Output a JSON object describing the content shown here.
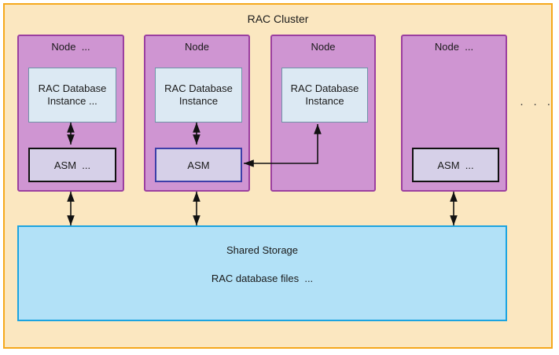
{
  "cluster": {
    "title": "RAC Cluster",
    "border_color": "#f5a81c",
    "fill_color": "#fbe7c0"
  },
  "nodes": [
    {
      "title": "Node  ...",
      "instance_label": "RAC Database\nInstance  ...",
      "asm_label": "ASM  ...",
      "has_instance": true,
      "has_asm": true,
      "asm_selected": false
    },
    {
      "title": "Node",
      "instance_label": "RAC Database\nInstance",
      "asm_label": "ASM",
      "has_instance": true,
      "has_asm": true,
      "asm_selected": true
    },
    {
      "title": "Node",
      "instance_label": "RAC Database\nInstance",
      "asm_label": "",
      "has_instance": true,
      "has_asm": false,
      "asm_selected": false
    },
    {
      "title": "Node  ...",
      "instance_label": "",
      "asm_label": "ASM  ...",
      "has_instance": false,
      "has_asm": true,
      "asm_selected": false
    }
  ],
  "node_colors": {
    "fill": "#cf95d2",
    "border": "#9b3fa0",
    "instance_fill": "#dce9f3",
    "instance_border": "#6f93a8",
    "asm_fill": "#d6d0e8",
    "asm_border": "#111111",
    "asm_border_selected": "#3d3fa8"
  },
  "storage": {
    "title": "Shared Storage",
    "subtitle": "RAC database files  ...",
    "fill_color": "#b2e1f7",
    "border_color": "#1ca4e0"
  },
  "more_nodes_ellipsis": "· · ·",
  "arrows": {
    "color": "#111111",
    "descriptions": [
      "node1-asm-to-instance-bidirectional",
      "node2-asm-to-instance-bidirectional",
      "node2-asm-to-node3-instance-elbow-bidirectional",
      "node1-asm-to-shared-storage-bidirectional",
      "node2-asm-to-shared-storage-bidirectional",
      "node4-asm-to-shared-storage-bidirectional"
    ]
  }
}
